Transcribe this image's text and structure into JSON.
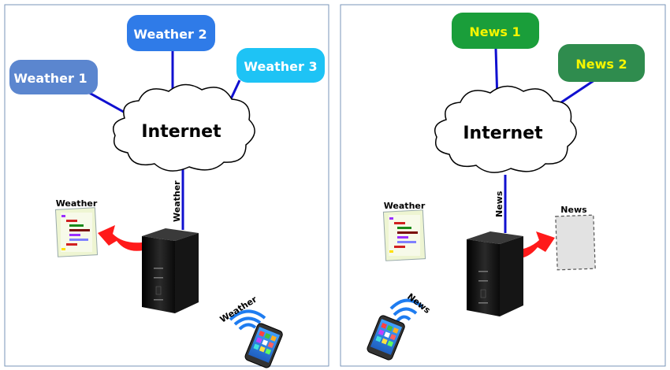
{
  "left_panel": {
    "sources": [
      {
        "label": "Weather 1",
        "color": "#5b86cf"
      },
      {
        "label": "Weather 2",
        "color": "#2f7be8"
      },
      {
        "label": "Weather 3",
        "color": "#1ec3f5"
      }
    ],
    "cloud_label": "Internet",
    "link_label": "Weather",
    "document_label": "Weather",
    "phone_label": "Weather"
  },
  "right_panel": {
    "sources": [
      {
        "label": "News 1",
        "color": "#1a9e3a"
      },
      {
        "label": "News 2",
        "color": "#2f8c4e"
      }
    ],
    "cloud_label": "Internet",
    "link_label": "News",
    "document_label": "Weather",
    "news_page_label": "News",
    "phone_label": "News"
  },
  "colors": {
    "link": "#1010d0",
    "arrow": "#ff1a1a",
    "news_text": "#f5f500",
    "wifi": "#1e7cf0"
  }
}
